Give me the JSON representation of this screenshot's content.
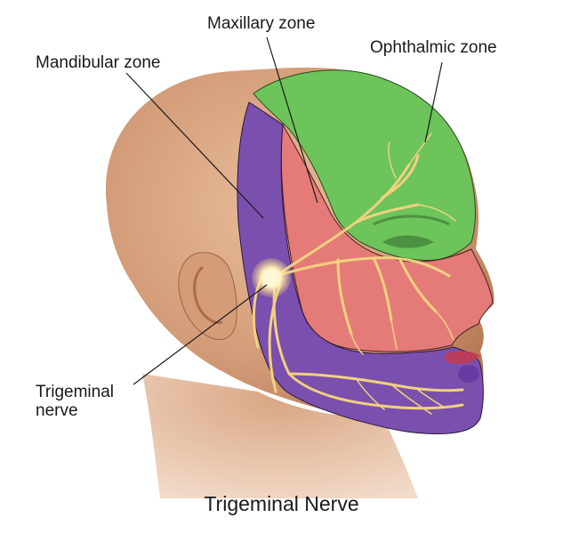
{
  "labels": {
    "maxillary": "Maxillary zone",
    "ophthalmic": "Ophthalmic zone",
    "mandibular": "Mandibular zone",
    "trigeminal_line1": "Trigeminal",
    "trigeminal_line2": "nerve"
  },
  "title": "Trigeminal Nerve",
  "colors": {
    "skin": "#d7a27f",
    "skin_shadow": "#b97c5a",
    "ophthalmic": "#6cc45a",
    "maxillary": "#e57b78",
    "mandibular": "#7b4fae",
    "nerve": "#f1d17f",
    "ganglion": "#fff3c4",
    "leader": "#1a1a1a"
  }
}
